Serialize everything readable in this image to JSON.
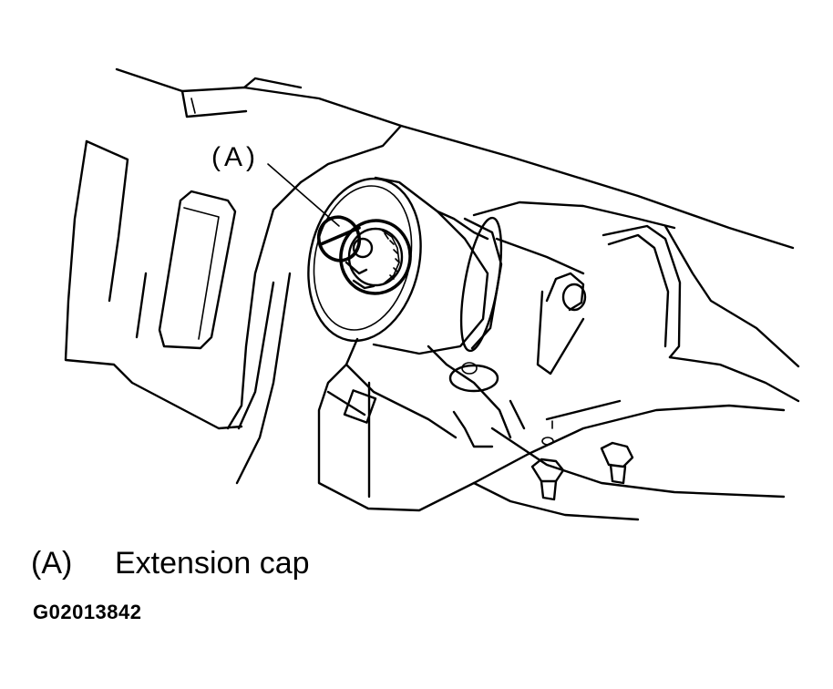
{
  "callout": {
    "label": "(A)"
  },
  "legend": {
    "items": [
      {
        "key": "(A)",
        "description": "Extension cap"
      }
    ]
  },
  "figure_id": "G02013842"
}
